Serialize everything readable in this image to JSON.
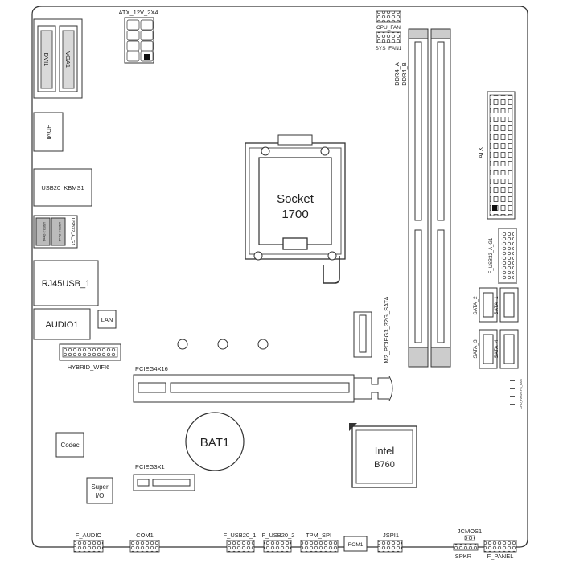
{
  "board": {
    "connectors": {
      "atx12v": "ATX_12V_2X4",
      "cpu_fan": "CPU_FAN",
      "sys_fan1": "SYS_FAN1",
      "ddr4_a": "DDR4_A",
      "ddr4_b": "DDR4_B",
      "atx": "ATX",
      "f_usb32": "F_USB32_A_G1",
      "sata_2": "SATA_2",
      "sata_1": "SATA_1",
      "sata_3": "SATA_3",
      "sata_4": "SATA_4",
      "m2": "M2_PCIEG3_32G_SATA",
      "pcie_x16": "PCIEG4X16",
      "pcie_x1": "PCIEG3X1",
      "hybrid_wifi": "HYBRID_WIFI6",
      "f_audio": "F_AUDIO",
      "com1": "COM1",
      "f_usb20_1": "F_USB20_1",
      "f_usb20_2": "F_USB20_2",
      "tpm_spi": "TPM_SPI",
      "rom1": "ROM1",
      "jspi1": "JSPI1",
      "jcmos1": "JCMOS1",
      "spkr": "SPKR",
      "f_panel": "F_PANEL"
    },
    "rear_io": {
      "dvi": "DVI1",
      "vga": "VGA1",
      "hdmi": "HDMI",
      "usb20_kbms": "USB20_KBMS1",
      "usb32_a": "USB32_A_G1",
      "usb32_tiny_1": "USB3.2 Gen1",
      "usb32_tiny_2": "USB3.2 Gen1",
      "rj45": "RJ45USB_1",
      "audio": "AUDIO1",
      "lan": "LAN"
    },
    "chips": {
      "socket_line1": "Socket",
      "socket_line2": "1700",
      "bat": "BAT1",
      "intel_line1": "Intel",
      "intel_line2": "B760",
      "codec": "Codec",
      "superio_line1": "Super",
      "superio_line2": "I/O"
    },
    "edge_tag": "CPU_FAN/SYS_FAN"
  }
}
